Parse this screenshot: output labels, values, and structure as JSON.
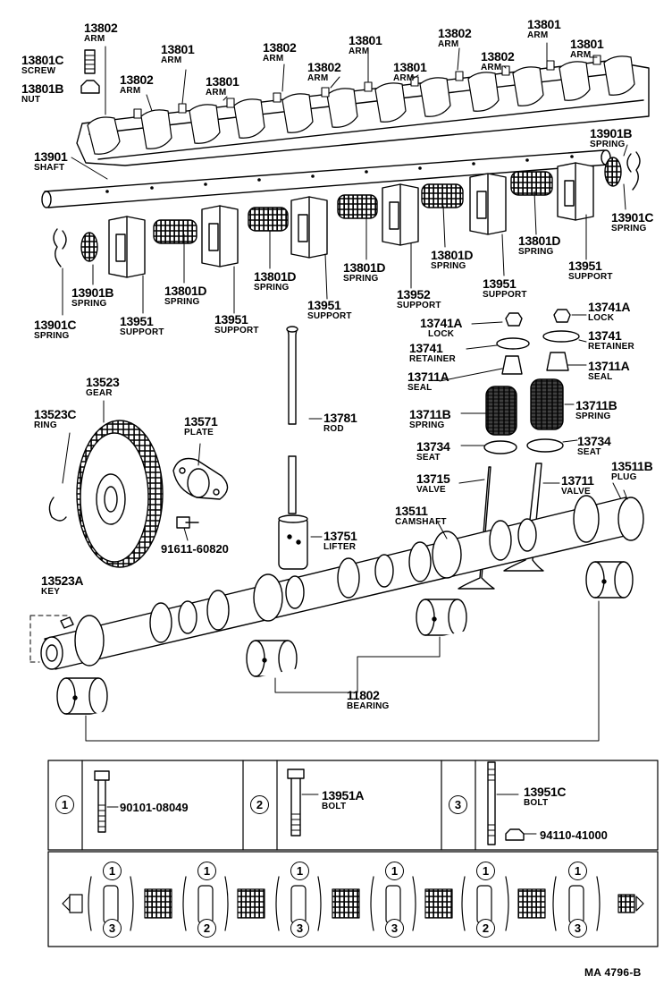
{
  "labels": {
    "l13802a": {
      "num": "13802",
      "name": "ARM"
    },
    "l13801c": {
      "num": "13801C",
      "name": "SCREW"
    },
    "l13801b": {
      "num": "13801B",
      "name": "NUT"
    },
    "l13802b": {
      "num": "13802",
      "name": "ARM"
    },
    "l13801a": {
      "num": "13801",
      "name": "ARM"
    },
    "l13801d1": {
      "num": "13801",
      "name": "ARM"
    },
    "l13802c": {
      "num": "13802",
      "name": "ARM"
    },
    "l13802d": {
      "num": "13802",
      "name": "ARM"
    },
    "l13801e": {
      "num": "13801",
      "name": "ARM"
    },
    "l13801f": {
      "num": "13801",
      "name": "ARM"
    },
    "l13802e": {
      "num": "13802",
      "name": "ARM"
    },
    "l13802f": {
      "num": "13802",
      "name": "ARM"
    },
    "l13801g": {
      "num": "13801",
      "name": "ARM"
    },
    "l13801h": {
      "num": "13801",
      "name": "ARM"
    },
    "l13901": {
      "num": "13901",
      "name": "SHAFT"
    },
    "l13901b_r": {
      "num": "13901B",
      "name": "SPRING"
    },
    "l13901c_r": {
      "num": "13901C",
      "name": "SPRING"
    },
    "l13901b_l": {
      "num": "13901B",
      "name": "SPRING"
    },
    "l13901c_l": {
      "num": "13901C",
      "name": "SPRING"
    },
    "l13801d_a": {
      "num": "13801D",
      "name": "SPRING"
    },
    "l13801d_b": {
      "num": "13801D",
      "name": "SPRING"
    },
    "l13801d_c": {
      "num": "13801D",
      "name": "SPRING"
    },
    "l13801d_d": {
      "num": "13801D",
      "name": "SPRING"
    },
    "l13801d_e": {
      "num": "13801D",
      "name": "SPRING"
    },
    "l13951_a": {
      "num": "13951",
      "name": "SUPPORT"
    },
    "l13951_b": {
      "num": "13951",
      "name": "SUPPORT"
    },
    "l13951_c": {
      "num": "13951",
      "name": "SUPPORT"
    },
    "l13951_d": {
      "num": "13951",
      "name": "SUPPORT"
    },
    "l13951_e": {
      "num": "13951",
      "name": "SUPPORT"
    },
    "l13952": {
      "num": "13952",
      "name": "SUPPORT"
    },
    "l13741a_l": {
      "num": "13741A",
      "name": "LOCK"
    },
    "l13741a_r": {
      "num": "13741A",
      "name": "LOCK"
    },
    "l13741_l": {
      "num": "13741",
      "name": "RETAINER"
    },
    "l13741_r": {
      "num": "13741",
      "name": "RETAINER"
    },
    "l13711a_l": {
      "num": "13711A",
      "name": "SEAL"
    },
    "l13711a_r": {
      "num": "13711A",
      "name": "SEAL"
    },
    "l13711b_l": {
      "num": "13711B",
      "name": "SPRING"
    },
    "l13711b_r": {
      "num": "13711B",
      "name": "SPRING"
    },
    "l13734_l": {
      "num": "13734",
      "name": "SEAT"
    },
    "l13734_r": {
      "num": "13734",
      "name": "SEAT"
    },
    "l13715": {
      "num": "13715",
      "name": "VALVE"
    },
    "l13711": {
      "num": "13711",
      "name": "VALVE"
    },
    "l13511b": {
      "num": "13511B",
      "name": "PLUG"
    },
    "l13511": {
      "num": "13511",
      "name": "CAMSHAFT"
    },
    "l13781": {
      "num": "13781",
      "name": "ROD"
    },
    "l13751": {
      "num": "13751",
      "name": "LIFTER"
    },
    "l13523": {
      "num": "13523",
      "name": "GEAR"
    },
    "l13523c": {
      "num": "13523C",
      "name": "RING"
    },
    "l13571": {
      "num": "13571",
      "name": "PLATE"
    },
    "l13523a": {
      "num": "13523A",
      "name": "KEY"
    },
    "l11802": {
      "num": "11802",
      "name": "BEARING"
    },
    "l13951a": {
      "num": "13951A",
      "name": "BOLT"
    },
    "l13951c": {
      "num": "13951C",
      "name": "BOLT"
    }
  },
  "part_numbers": {
    "p91611": "91611-60820",
    "p90101": "90101-08049",
    "p94110": "94110-41000"
  },
  "keys": {
    "k1": "1",
    "k2": "2",
    "k3": "3"
  },
  "sequence": {
    "top": [
      "1",
      "1",
      "1",
      "1",
      "1",
      "1"
    ],
    "bottom": [
      "3",
      "2",
      "3",
      "3",
      "2",
      "3"
    ]
  },
  "drawing_code": "MA 4796-B"
}
